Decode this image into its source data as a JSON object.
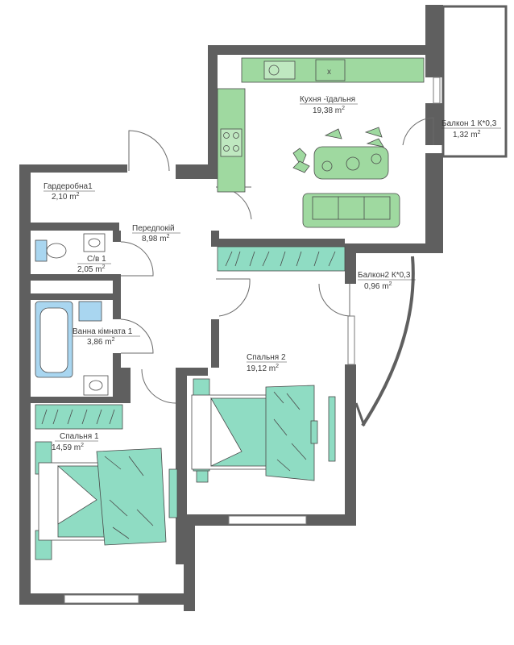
{
  "colors": {
    "wall": "#5f5f5f",
    "kitchen": "#9fd9a0",
    "bedroom_textile": "#8fdcc3",
    "furniture_outline": "#4a4a4a",
    "bath_fixture": "#a9d6f0"
  },
  "rooms": [
    {
      "id": "kitchen",
      "name": "Кухня -їдальня",
      "area": "19,38 m",
      "sup": "2"
    },
    {
      "id": "balcony1",
      "name": "Балкон 1 К*0,3",
      "area": "1,32 m",
      "sup": "2"
    },
    {
      "id": "wardrobe",
      "name": "Гардеробна1",
      "area": "2,10 m",
      "sup": "2"
    },
    {
      "id": "hallway",
      "name": "Передпокій",
      "area": "8,98  m",
      "sup": "2"
    },
    {
      "id": "wc",
      "name": "С/в 1",
      "area": "2,05  m",
      "sup": "2"
    },
    {
      "id": "balcony2",
      "name": "Балкон2 К*0,3",
      "area": "0,96  m",
      "sup": "2"
    },
    {
      "id": "bathroom",
      "name": "Ванна кімната 1",
      "area": "3,86   m",
      "sup": "2"
    },
    {
      "id": "bedroom2",
      "name": "Спальня 2",
      "area": "19,12 m",
      "sup": "2"
    },
    {
      "id": "bedroom1",
      "name": "Спальня 1",
      "area": "14,59 m",
      "sup": "2"
    }
  ],
  "icons": [
    "door-swing-icon",
    "window-icon",
    "stove-icon",
    "sink-icon",
    "toilet-icon",
    "bathtub-icon",
    "bed-icon",
    "sofa-icon",
    "dining-table-icon",
    "wardrobe-icon"
  ]
}
